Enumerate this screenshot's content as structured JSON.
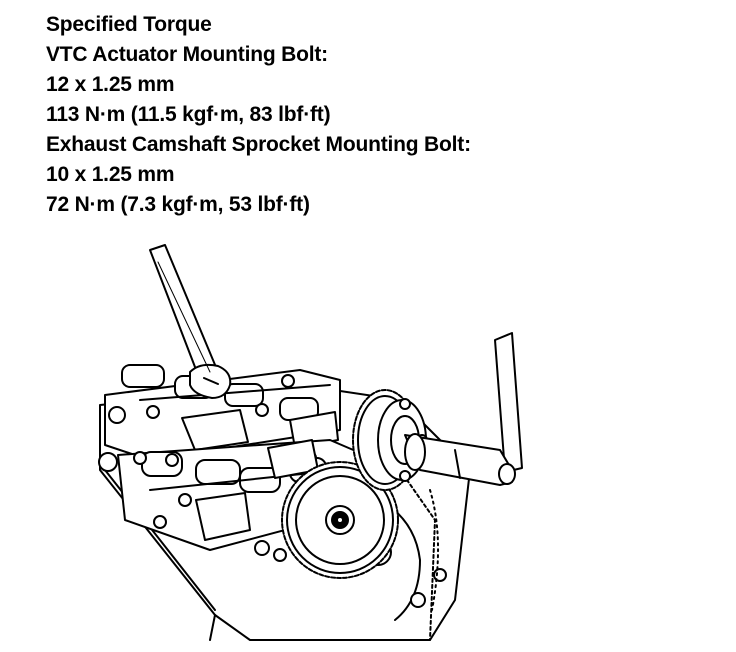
{
  "spec": {
    "heading": "Specified Torque",
    "vtc_label": "VTC Actuator Mounting Bolt:",
    "vtc_size": "12 x 1.25 mm",
    "vtc_torque": "113 N·m (11.5 kgf·m, 83 lbf·ft)",
    "exhaust_label": "Exhaust Camshaft Sprocket Mounting Bolt:",
    "exhaust_size": "10 x 1.25 mm",
    "exhaust_torque": "72 N·m (7.3 kgf·m, 53 lbf·ft)"
  },
  "illustration": {
    "icons": [
      "torque-wrench-icon",
      "holding-wrench-icon",
      "camshaft-icon",
      "sprocket-icon",
      "cylinder-head-icon"
    ],
    "line_color": "#000000",
    "fill_color": "#ffffff"
  }
}
